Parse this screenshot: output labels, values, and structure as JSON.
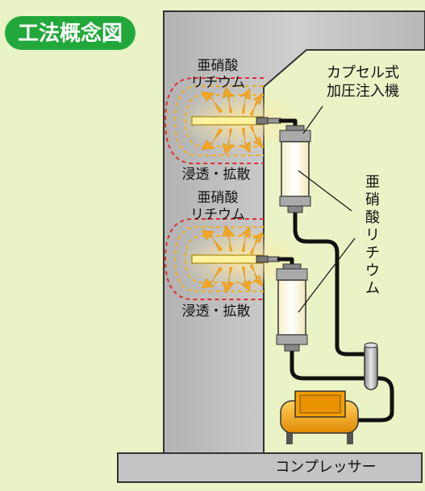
{
  "title_badge": {
    "text": "工法概念図",
    "bg_color": "#22a83a",
    "text_color": "#ffffff"
  },
  "injection_upper": {
    "chem_label_line1": "亜硝酸",
    "chem_label_line2": "リチウム",
    "result_label": "浸透・拡散"
  },
  "injection_lower": {
    "chem_label_line1": "亜硝酸",
    "chem_label_line2": "リチウム",
    "result_label": "浸透・拡散"
  },
  "capsule_label": {
    "line1": "カプセル式",
    "line2": "加圧注入機"
  },
  "lithium_label": {
    "line1": "亜",
    "line2": "硝",
    "line3": "酸",
    "line4": "リ",
    "line5": "チ",
    "line6": "ウ",
    "line7": "ム"
  },
  "compressor_label": "コンプレッサー",
  "colors": {
    "background": "#e9f3c6",
    "concrete": "#bcbcbc",
    "concrete_edge": "#333333",
    "hose": "#111111",
    "capsule_fill": "#fffbd8",
    "compressor": "#f0a000",
    "arrow": "#f5a623",
    "dashed_red": "#e03030",
    "dashed_yellow": "#f0b020"
  }
}
